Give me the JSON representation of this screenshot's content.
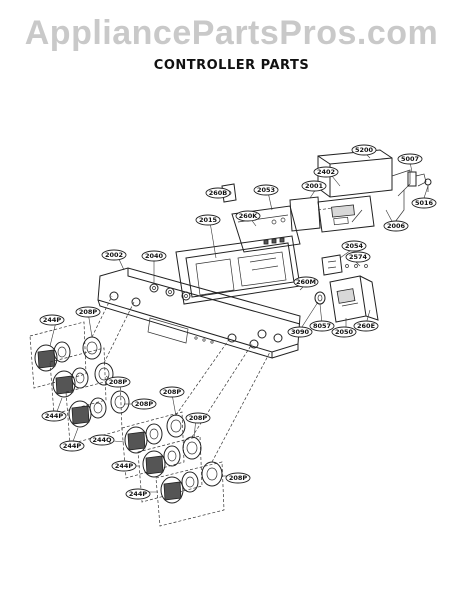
{
  "watermark": "AppliancePartsPros.com",
  "title": "CONTROLLER PARTS",
  "callouts": [
    {
      "id": "5200",
      "label": "5200"
    },
    {
      "id": "5007",
      "label": "5007"
    },
    {
      "id": "5016",
      "label": "5016"
    },
    {
      "id": "2402",
      "label": "2402"
    },
    {
      "id": "2001",
      "label": "2001"
    },
    {
      "id": "2006",
      "label": "2006"
    },
    {
      "id": "260B",
      "label": "260B"
    },
    {
      "id": "2053",
      "label": "2053"
    },
    {
      "id": "260K",
      "label": "260K"
    },
    {
      "id": "2015",
      "label": "2015"
    },
    {
      "id": "2054",
      "label": "2054"
    },
    {
      "id": "2574",
      "label": "2574"
    },
    {
      "id": "2002",
      "label": "2002"
    },
    {
      "id": "2040",
      "label": "2040"
    },
    {
      "id": "260M",
      "label": "260M"
    },
    {
      "id": "244P-1",
      "label": "244P"
    },
    {
      "id": "208P-1",
      "label": "208P"
    },
    {
      "id": "3090",
      "label": "3090"
    },
    {
      "id": "8057",
      "label": "8057"
    },
    {
      "id": "2050",
      "label": "2050"
    },
    {
      "id": "260E",
      "label": "260E"
    },
    {
      "id": "208P-2",
      "label": "208P"
    },
    {
      "id": "244P-2",
      "label": "244P"
    },
    {
      "id": "208P-3",
      "label": "208P"
    },
    {
      "id": "208P-4",
      "label": "208P"
    },
    {
      "id": "244P-3",
      "label": "244P"
    },
    {
      "id": "208P-5",
      "label": "208P"
    },
    {
      "id": "244Q",
      "label": "244Q"
    },
    {
      "id": "244P-4",
      "label": "244P"
    },
    {
      "id": "208P-6",
      "label": "208P"
    },
    {
      "id": "244P-5",
      "label": "244P"
    }
  ]
}
